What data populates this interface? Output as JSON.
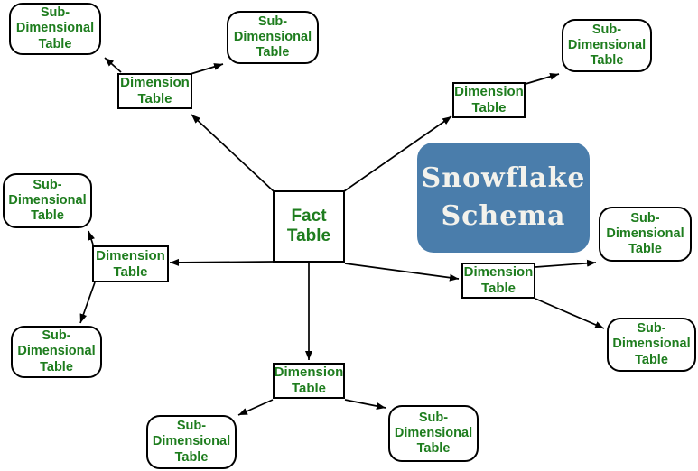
{
  "title": {
    "lines": [
      "Snowflake",
      "Schema"
    ]
  },
  "labels": {
    "fact": [
      "Fact",
      "Table"
    ],
    "dimension": [
      "Dimension",
      "Table"
    ],
    "sub_dimensional": [
      "Sub-",
      "Dimensional",
      "Table"
    ]
  },
  "colors": {
    "node_text_green": "#1e7d1e",
    "node_border": "#000000",
    "title_bg_blue": "#4a7dab",
    "title_text": "#f3f2ec",
    "background": "#ffffff",
    "arrow": "#000000"
  },
  "diagram": {
    "type": "snowflake-schema",
    "edges": [
      {
        "from": "fact-table",
        "to": "dimension-table-top-left"
      },
      {
        "from": "fact-table",
        "to": "dimension-table-top-right"
      },
      {
        "from": "fact-table",
        "to": "dimension-table-left"
      },
      {
        "from": "fact-table",
        "to": "dimension-table-right"
      },
      {
        "from": "fact-table",
        "to": "dimension-table-bottom"
      },
      {
        "from": "dimension-table-top-left",
        "to": "sub-dimensional-table-top-left"
      },
      {
        "from": "dimension-table-top-left",
        "to": "sub-dimensional-table-top-center"
      },
      {
        "from": "dimension-table-top-right",
        "to": "sub-dimensional-table-top-right"
      },
      {
        "from": "dimension-table-left",
        "to": "sub-dimensional-table-left-upper"
      },
      {
        "from": "dimension-table-left",
        "to": "sub-dimensional-table-left-lower"
      },
      {
        "from": "dimension-table-right",
        "to": "sub-dimensional-table-right-upper"
      },
      {
        "from": "dimension-table-right",
        "to": "sub-dimensional-table-right-lower"
      },
      {
        "from": "dimension-table-bottom",
        "to": "sub-dimensional-table-bottom-left"
      },
      {
        "from": "dimension-table-bottom",
        "to": "sub-dimensional-table-bottom-right"
      }
    ]
  }
}
